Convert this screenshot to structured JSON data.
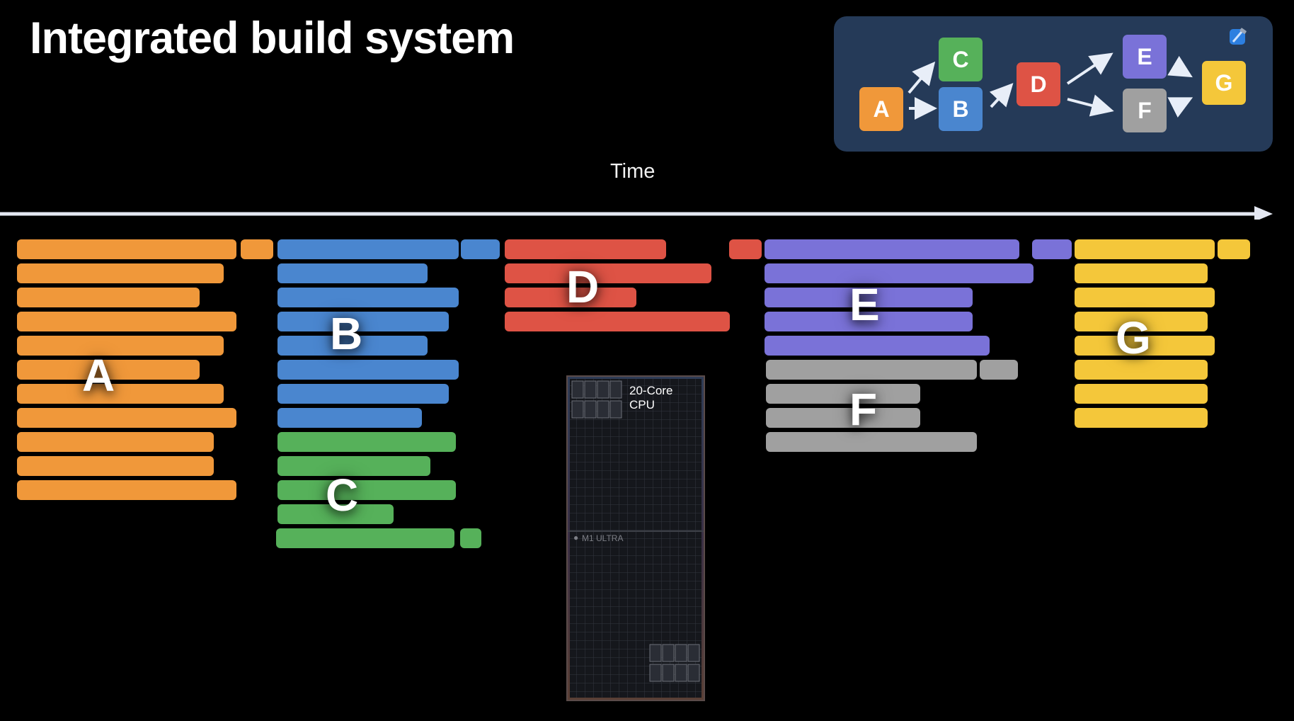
{
  "slide": {
    "title": "Integrated build system",
    "time_label": "Time"
  },
  "colors": {
    "A": "#f0983a",
    "B": "#4a86cf",
    "C": "#56b15a",
    "D": "#de5345",
    "E": "#7a72d8",
    "F": "#a0a0a0",
    "G": "#f4c73a",
    "panel": "#253a58"
  },
  "task_groups": [
    {
      "name": "A"
    },
    {
      "name": "B"
    },
    {
      "name": "C"
    },
    {
      "name": "D"
    },
    {
      "name": "E"
    },
    {
      "name": "F"
    },
    {
      "name": "G"
    }
  ],
  "dependency_graph": {
    "nodes": [
      "A",
      "B",
      "C",
      "D",
      "E",
      "F",
      "G"
    ],
    "edges": [
      [
        "A",
        "B"
      ],
      [
        "A",
        "C"
      ],
      [
        "B",
        "D"
      ],
      [
        "D",
        "E"
      ],
      [
        "D",
        "F"
      ],
      [
        "E",
        "G"
      ],
      [
        "F",
        "G"
      ]
    ],
    "icon": "xcode-icon"
  },
  "chip": {
    "cores_label": "20-Core\nCPU",
    "brand": "M1 ULTRA",
    "logo": "apple-logo-icon"
  }
}
